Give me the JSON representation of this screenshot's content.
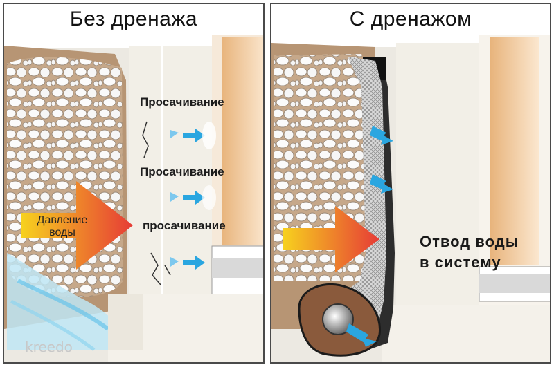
{
  "left_panel": {
    "title": "Без дренажа",
    "seepage_labels": [
      "Просачивание",
      "Просачивание",
      "просачивание"
    ],
    "pressure_label": "Давление воды",
    "watermark": "kreedo"
  },
  "right_panel": {
    "title": "С дренажом",
    "drain_label_line1": "Отвод воды",
    "drain_label_line2": "в систему"
  },
  "colors": {
    "background": "#ecebe6",
    "soil": "#b89a7a",
    "water": "#2aa6e0",
    "arrow_start": "#f5c51b",
    "arrow_end": "#e8423a",
    "foundation": "#f1ede3",
    "wall_accent": "#e9bd8d"
  }
}
